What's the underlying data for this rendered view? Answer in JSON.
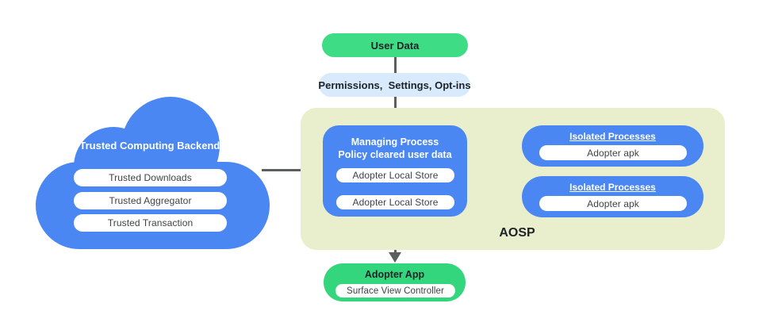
{
  "colors": {
    "blue": "#4a87f3",
    "green_user_data": "#3edc85",
    "green_adopter_app": "#33d67d",
    "pale_blue": "#d8eafc",
    "aosp_panel": "#e9efcd",
    "connector_line": "#5c605c",
    "pill_white": "#ffffff",
    "text_dark": "#1d2328"
  },
  "nodes": {
    "user_data": {
      "label": "User Data"
    },
    "permissions": {
      "label": "Permissions,  Settings, Opt-ins"
    },
    "cloud": {
      "title": "Trusted Computing Backends",
      "items": [
        "Trusted Downloads",
        "Trusted Aggregator",
        "Trusted Transaction"
      ]
    },
    "aosp": {
      "label": "AOSP"
    },
    "managing_process": {
      "title_line1": "Managing Process",
      "title_line2": "Policy cleared user data",
      "items": [
        "Adopter Local Store",
        "Adopter Local Store"
      ]
    },
    "isolated_processes": [
      {
        "title": "Isolated Processes",
        "item": "Adopter apk"
      },
      {
        "title": "Isolated Processes",
        "item": "Adopter apk"
      }
    ],
    "adopter_app": {
      "title": "Adopter App",
      "item": "Surface View Controller"
    }
  }
}
